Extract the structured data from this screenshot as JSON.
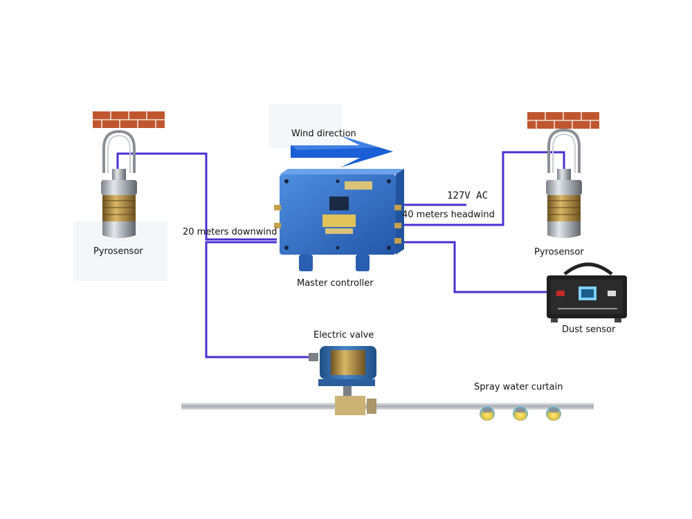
{
  "labels": {
    "wind_direction": "Wind direction",
    "pyrosensor_left": "Pyrosensor",
    "pyrosensor_right": "Pyrosensor",
    "downwind": "20 meters downwind",
    "headwind": "40 meters headwind",
    "power": "127V AC",
    "master_controller": "Master controller",
    "dust_sensor": "Dust sensor",
    "electric_valve": "Electric valve",
    "spray_curtain": "Spray water curtain"
  },
  "colors": {
    "wire": "#4a2fd0",
    "arrow": "#1a5fd6",
    "brick": "#c0562f",
    "controller_blue": "#2f6fc9",
    "brass": "#b38a3a",
    "pipe": "#b9bec4",
    "nozzle": "#2f9ee0"
  },
  "icons": {
    "pyrosensor": "pyrosensor-icon",
    "master_controller": "control-box-icon",
    "dust_sensor": "dust-sensor-icon",
    "electric_valve": "electric-valve-icon",
    "spray_nozzle": "nozzle-icon",
    "wall": "brick-wall-icon",
    "wind_arrow": "arrow-right-icon"
  }
}
